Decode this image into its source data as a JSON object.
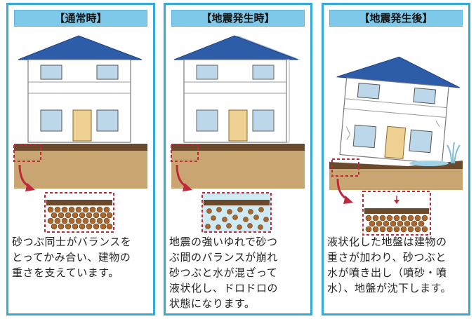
{
  "panels": [
    {
      "id": "normal",
      "title": "【通常時】",
      "description": [
        "砂つぶ同士がバランスを",
        "とってかみ合い、建物の",
        "重さを支えています。"
      ]
    },
    {
      "id": "during",
      "title": "【地震発生時】",
      "description": [
        "地震の強いゆれで砂つ",
        "ぶ間のバランスが崩れ",
        "砂つぶと水が混ざって",
        "液状化し、ドロドロの",
        "状態になります。"
      ]
    },
    {
      "id": "after",
      "title": "【地震発生後】",
      "description": [
        "液状化した地盤は建物の",
        "重さが加わり、砂つぶと",
        "水が噴き出し（噴砂・噴",
        "水）、地盤が沈下します。"
      ]
    }
  ],
  "colors": {
    "panel_border": "#35a9d8",
    "title_bg": "#7ec8ea",
    "roof": "#2d5da8",
    "ground": "#c9a572",
    "soil_top": "#6b4a2b",
    "sand_grain": "#a9672e",
    "water": "#cfeaf3",
    "highlight": "#c0283c"
  },
  "icons": [
    "house-icon",
    "curved-arrow-icon",
    "down-arrow-icon",
    "water-spout-icon"
  ]
}
